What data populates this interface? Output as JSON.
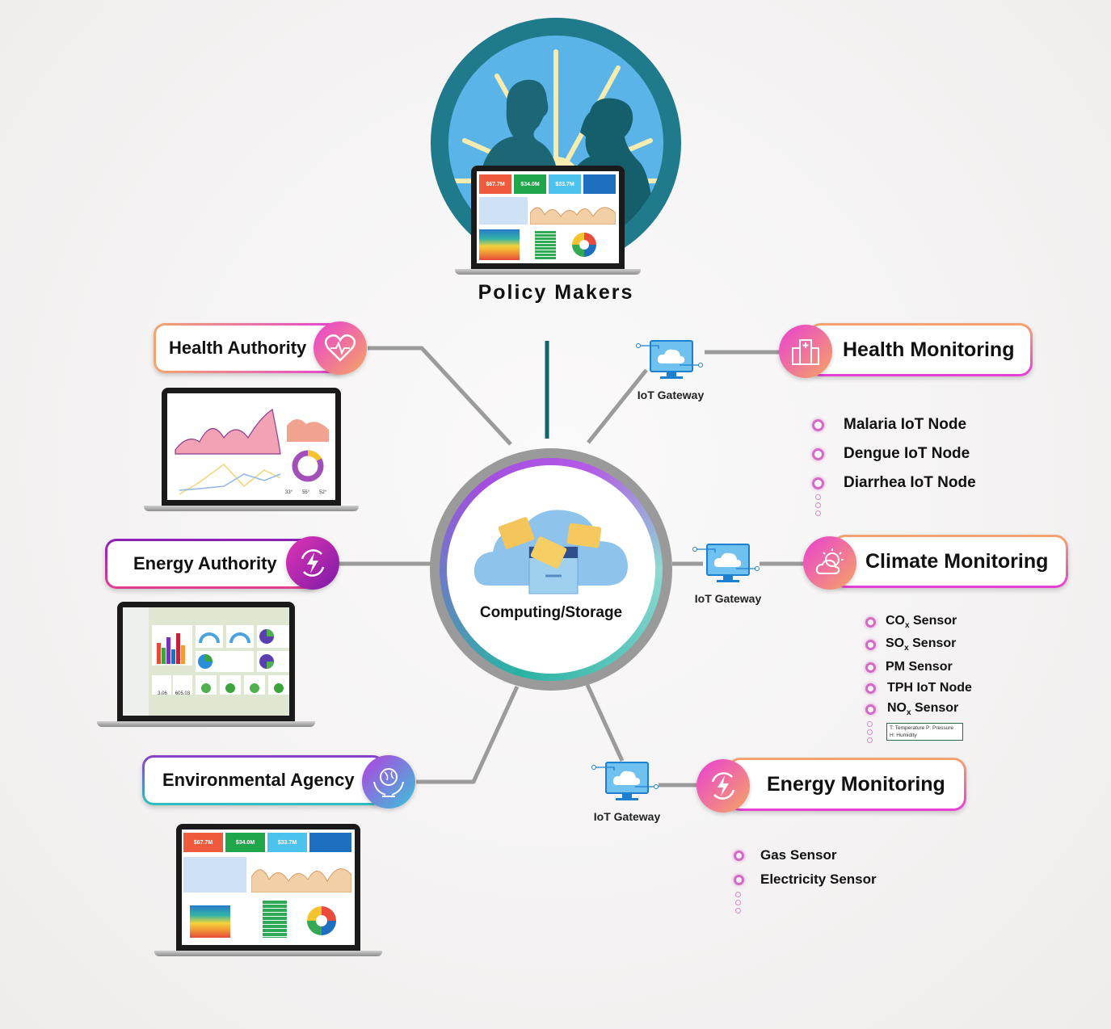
{
  "policy_makers": {
    "title": "Policy Makers",
    "dashboard": {
      "kpis": [
        "$67.7M",
        "$34.0M",
        "$33.7M"
      ],
      "kpi_colors": [
        "#f05a3c",
        "#1fa64b",
        "#4cc3ee",
        "#1f6fc1"
      ]
    }
  },
  "center": {
    "label": "Computing/Storage",
    "icon": "cloud-storage-icon"
  },
  "authorities": [
    {
      "label": "Health Authority",
      "icon": "heart-pulse-icon",
      "laptop_stats": [
        "33°",
        "55°",
        "52°"
      ]
    },
    {
      "label": "Energy Authority",
      "icon": "energy-cycle-icon",
      "laptop_stats": [
        "3.06",
        "605.03"
      ]
    },
    {
      "label": "Environmental Agency",
      "icon": "globe-hands-icon",
      "laptop_stats": [
        "$67.7M",
        "$34.0M",
        "$33.7M"
      ]
    }
  ],
  "gateways": [
    {
      "label": "IoT Gateway"
    },
    {
      "label": "IoT Gateway"
    },
    {
      "label": "IoT Gateway"
    }
  ],
  "monitoring": [
    {
      "label": "Health Monitoring",
      "icon": "hospital-icon",
      "items": [
        "Malaria IoT Node",
        "Dengue IoT Node",
        "Diarrhea IoT Node"
      ]
    },
    {
      "label": "Climate Monitoring",
      "icon": "sun-cloud-icon",
      "items": [
        {
          "base": "CO",
          "sub": "x",
          "rest": " Sensor"
        },
        {
          "base": "SO",
          "sub": "x",
          "rest": " Sensor"
        },
        {
          "base": "PM Sensor",
          "sub": "",
          "rest": ""
        },
        {
          "base": "TPH IoT Node",
          "sub": "",
          "rest": ""
        },
        {
          "base": "NO",
          "sub": "x",
          "rest": " Sensor"
        }
      ],
      "legend": [
        "T: Temperature  P: Pressure",
        "H: Humidity"
      ]
    },
    {
      "label": "Energy Monitoring",
      "icon": "energy-cycle-icon",
      "items": [
        "Gas Sensor",
        "Electricity Sensor"
      ]
    }
  ],
  "colors": {
    "connector": "#9b9b9b",
    "policy_line": "#11656f",
    "teal": "#1f7a8c",
    "gradient_pink": "#e93fd4",
    "gradient_orange": "#f5a26a",
    "purple": "#8b1fb8",
    "bullet": "#d36bc6"
  }
}
